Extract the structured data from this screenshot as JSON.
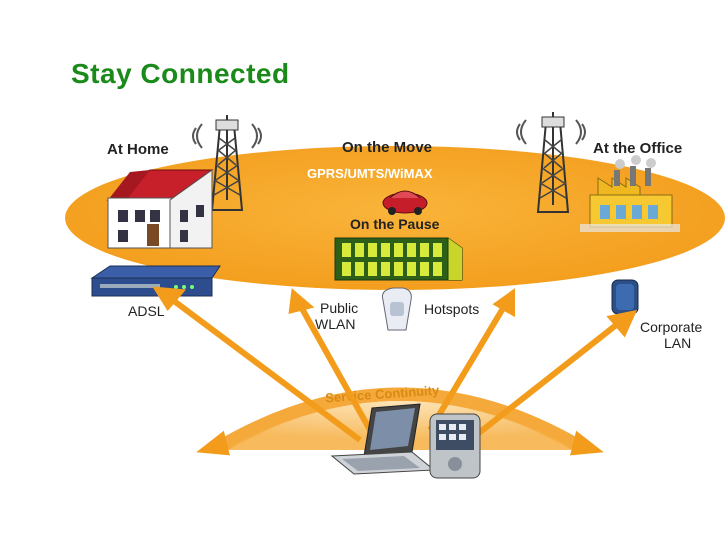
{
  "slide": {
    "title": "Stay Connected",
    "title_color": "#1a8a1a"
  },
  "diagram": {
    "network_band": {
      "color": "#f5a623",
      "label": "GPRS/UMTS/WiMAX"
    },
    "zones": {
      "home": "At Home",
      "move": "On the Move",
      "pause": "On the Pause",
      "office": "At the Office"
    },
    "access_points": {
      "adsl": "ADSL",
      "wlan_line1": "Public",
      "wlan_line2": "WLAN",
      "hotspots": "Hotspots",
      "lan_line1": "Corporate",
      "lan_line2": "LAN"
    },
    "continuity_label": "Service Continuity",
    "icons": [
      "house-icon",
      "antenna-tower-icon",
      "car-icon",
      "train-icon",
      "factory-icon",
      "adsl-modem-icon",
      "wifi-access-point-icon",
      "lan-server-icon",
      "laptop-icon",
      "pda-icon"
    ]
  }
}
